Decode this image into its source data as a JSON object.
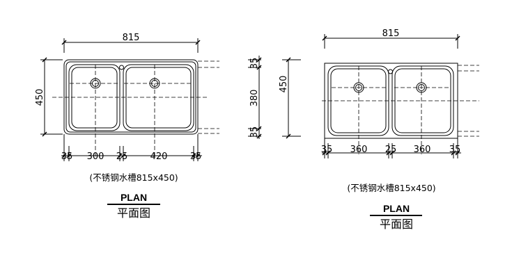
{
  "left_drawing": {
    "overall_width": "815",
    "overall_depth": "450",
    "bottom_dims": [
      "35",
      "300",
      "25",
      "420",
      "35"
    ],
    "caption": "(不锈钢水槽815x450)",
    "plan_label": "PLAN",
    "plan_label_zh": "平面图"
  },
  "middle_dims": {
    "overall_depth": "450",
    "parts": [
      "35",
      "380",
      "35"
    ]
  },
  "right_drawing": {
    "overall_width": "815",
    "bottom_dims": [
      "35",
      "360",
      "25",
      "360",
      "35"
    ],
    "caption": "(不锈钢水槽815x450)",
    "plan_label": "PLAN",
    "plan_label_zh": "平面图"
  }
}
